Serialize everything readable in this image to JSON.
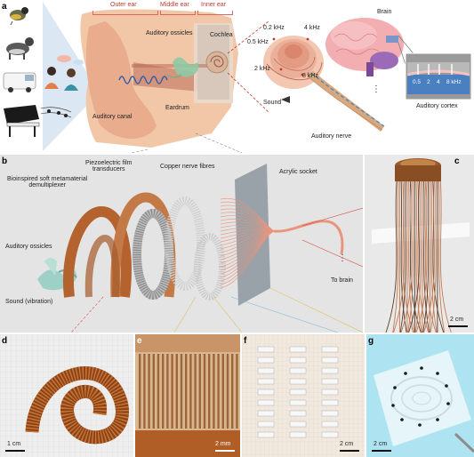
{
  "panel_a": {
    "label": "a",
    "outer_ear": "Outer ear",
    "middle_ear": "Middle ear",
    "inner_ear": "Inner ear",
    "auditory_ossicles": "Auditory ossicles",
    "cochlea": "Cochlea",
    "eardrum": "Eardrum",
    "auditory_canal": "Auditory canal",
    "freq_02": "0.2 kHz",
    "freq_4": "4 kHz",
    "freq_05": "0.5 kHz",
    "freq_2": "2 kHz",
    "freq_8": "8 kHz",
    "sound": "Sound",
    "auditory_nerve": "Auditory nerve",
    "brain": "Brain",
    "auditory_cortex": "Auditory cortex",
    "cortex_values": [
      "0.5",
      "2",
      "4",
      "8 kHz"
    ],
    "ellipsis": "⋮"
  },
  "panel_b": {
    "label": "b",
    "demux": "Bioinspired soft metamaterial\ndemultiplexer",
    "piezo": "Piezoelectric film\ntransducers",
    "copper": "Copper nerve fibres",
    "acrylic": "Acrylic socket",
    "ossicles": "Auditory ossicles",
    "sound": "Sound (vibration)",
    "to_brain": "To brain",
    "ellipsis": "⋮"
  },
  "panel_c": {
    "label": "c",
    "scale": "2 cm"
  },
  "panel_d": {
    "label": "d",
    "scale": "1 cm"
  },
  "panel_e": {
    "label": "e",
    "scale": "2 mm"
  },
  "panel_f": {
    "label": "f",
    "scale": "2 cm"
  },
  "panel_g": {
    "label": "g",
    "scale": "2 cm"
  },
  "colors": {
    "accent_red": "#d64d3c",
    "copper": "#b5632e",
    "fibre": "#e9957d",
    "cortex_blue": "#4a7fc0"
  }
}
